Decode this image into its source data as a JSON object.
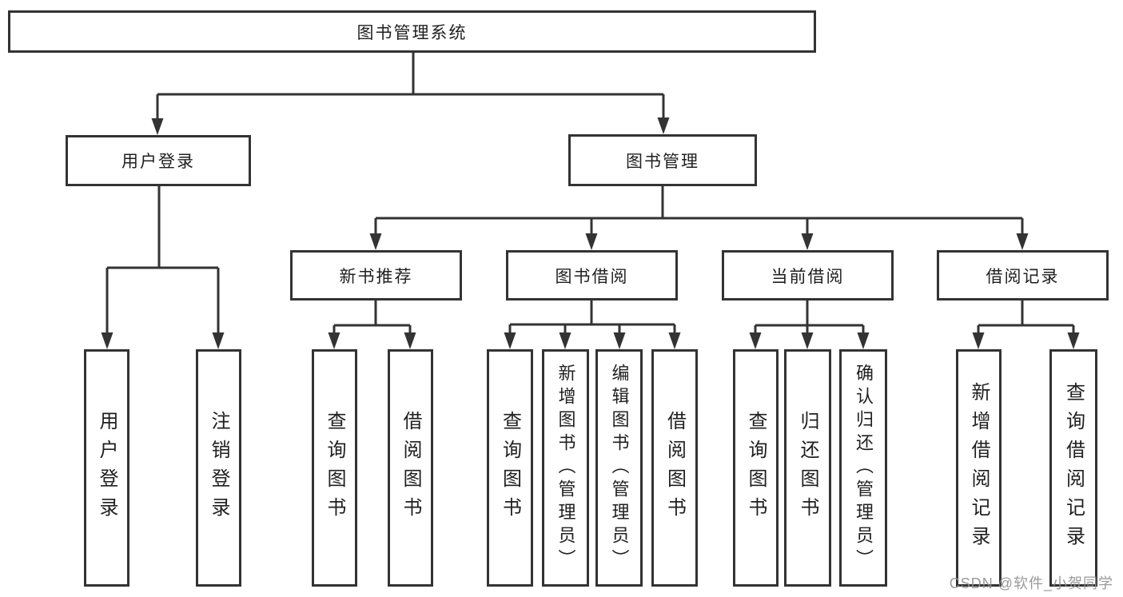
{
  "colors": {
    "line": "#333333",
    "text": "#1f1f1f",
    "background": "#ffffff",
    "watermark": "#919191"
  },
  "watermark": "CSDN @软件_小贺同学",
  "nodes": [
    {
      "id": "root",
      "label": "图书管理系统"
    },
    {
      "id": "user-login-branch",
      "label": "用户登录"
    },
    {
      "id": "book-management",
      "label": "图书管理"
    },
    {
      "id": "new-book-recommend",
      "label": "新书推荐"
    },
    {
      "id": "book-borrowing",
      "label": "图书借阅"
    },
    {
      "id": "current-borrowing",
      "label": "当前借阅"
    },
    {
      "id": "borrowing-records",
      "label": "借阅记录"
    },
    {
      "id": "user-login",
      "label": "用户登录"
    },
    {
      "id": "logout",
      "label": "注销登录"
    },
    {
      "id": "query-books-a",
      "label": "查询图书"
    },
    {
      "id": "borrow-books-a",
      "label": "借阅图书"
    },
    {
      "id": "query-books-b",
      "label": "查询图书"
    },
    {
      "id": "add-book-admin",
      "label": "新增图书（管理员）"
    },
    {
      "id": "edit-book-admin",
      "label": "编辑图书（管理员）"
    },
    {
      "id": "borrow-books-b",
      "label": "借阅图书"
    },
    {
      "id": "query-books-c",
      "label": "查询图书"
    },
    {
      "id": "return-books",
      "label": "归还图书"
    },
    {
      "id": "confirm-return-admin",
      "label": "确认归还（管理员）"
    },
    {
      "id": "add-borrow-record",
      "label": "新增借阅记录"
    },
    {
      "id": "query-borrow-record",
      "label": "查询借阅记录"
    }
  ],
  "tree": {
    "label": "图书管理系统",
    "children": [
      {
        "label": "用户登录",
        "children": [
          {
            "label": "用户登录"
          },
          {
            "label": "注销登录"
          }
        ]
      },
      {
        "label": "图书管理",
        "children": [
          {
            "label": "新书推荐",
            "children": [
              {
                "label": "查询图书"
              },
              {
                "label": "借阅图书"
              }
            ]
          },
          {
            "label": "图书借阅",
            "children": [
              {
                "label": "查询图书"
              },
              {
                "label": "新增图书（管理员）"
              },
              {
                "label": "编辑图书（管理员）"
              },
              {
                "label": "借阅图书"
              }
            ]
          },
          {
            "label": "当前借阅",
            "children": [
              {
                "label": "查询图书"
              },
              {
                "label": "归还图书"
              },
              {
                "label": "确认归还（管理员）"
              }
            ]
          },
          {
            "label": "借阅记录",
            "children": [
              {
                "label": "新增借阅记录"
              },
              {
                "label": "查询借阅记录"
              }
            ]
          }
        ]
      }
    ]
  }
}
